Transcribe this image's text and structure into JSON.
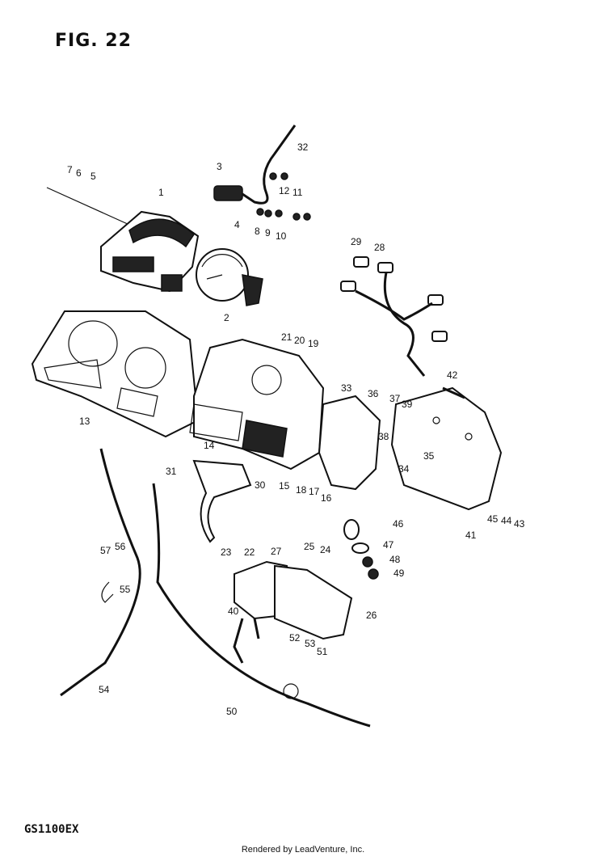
{
  "figure_title": "FIG. 22",
  "model_code": "GS1100EX",
  "footer": "Rendered by LeadVenture, Inc.",
  "callouts": [
    "1",
    "2",
    "3",
    "4",
    "5",
    "6",
    "7",
    "8",
    "9",
    "10",
    "11",
    "12",
    "13",
    "14",
    "15",
    "16",
    "17",
    "18",
    "19",
    "20",
    "21",
    "22",
    "23",
    "24",
    "25",
    "26",
    "27",
    "28",
    "29",
    "30",
    "31",
    "32",
    "33",
    "34",
    "35",
    "36",
    "37",
    "38",
    "39",
    "40",
    "41",
    "42",
    "43",
    "44",
    "45",
    "46",
    "47",
    "48",
    "49",
    "50",
    "51",
    "52",
    "53",
    "54",
    "55",
    "56",
    "57"
  ]
}
